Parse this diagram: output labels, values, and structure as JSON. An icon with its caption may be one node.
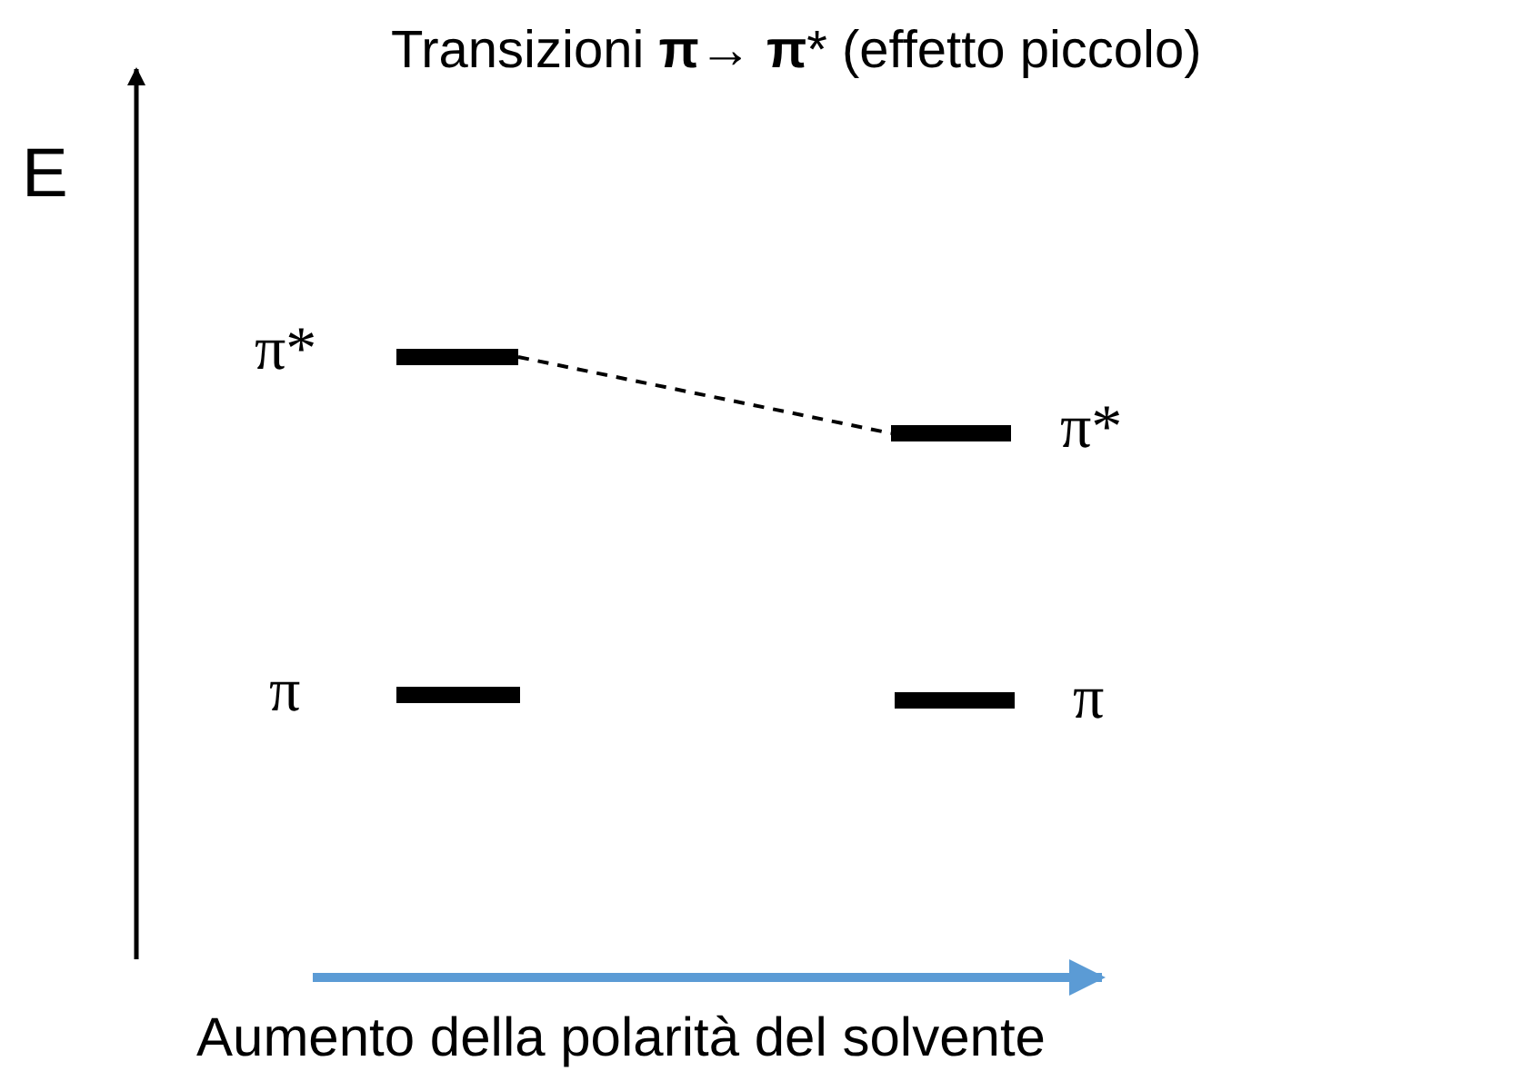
{
  "diagram": {
    "title": "Transizioni   **π→ π*** (effetto piccolo)",
    "nodes": [
      {
        "text": [],
        "shape": "bar",
        "beside": [
          "π*"
        ]
      },
      {
        "text": [],
        "shape": "bar",
        "beside": [
          "π"
        ]
      },
      {
        "text": [],
        "shape": "bar",
        "beside": [
          "π*"
        ]
      },
      {
        "text": [],
        "shape": "bar",
        "beside": [
          "π"
        ]
      }
    ],
    "edges": [
      {
        "from": 0,
        "to": 2,
        "arrow": "none",
        "style": "dashed"
      }
    ],
    "labels": [
      "E",
      "Aumento della polarità del solvente"
    ]
  }
}
